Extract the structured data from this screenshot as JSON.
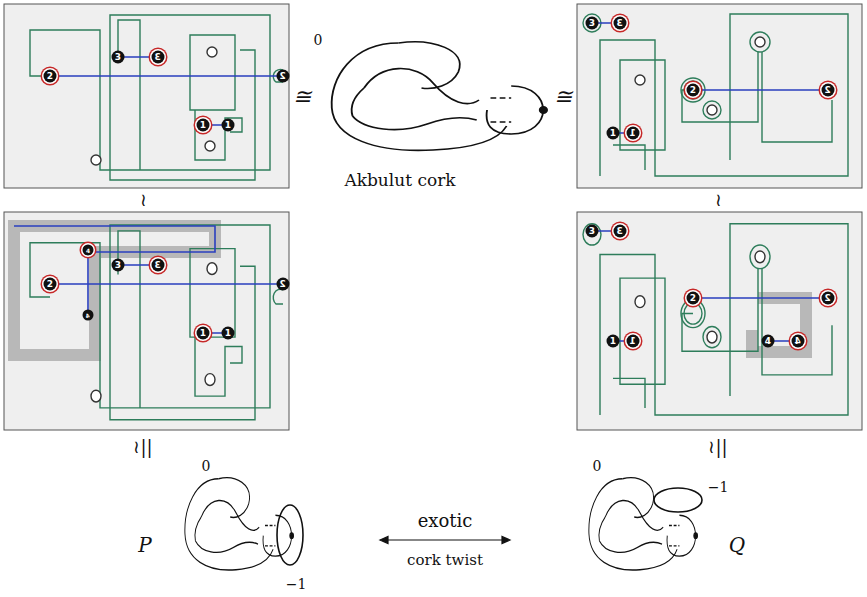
{
  "diagram": {
    "labels": [
      "0",
      "Akbulut cork",
      "≅",
      "≅",
      "2",
      "3",
      "3",
      "1",
      "1",
      "2",
      "3",
      "3",
      "2",
      "2",
      "1",
      "1",
      "≀",
      "≀",
      "2",
      "4",
      "3",
      "3",
      "4",
      "1",
      "1",
      "2",
      "3",
      "3",
      "2",
      "2",
      "1",
      "1",
      "4",
      "4",
      "≀||",
      "≀||",
      "0",
      "−1",
      "P",
      "exotic",
      "cork twist",
      "0",
      "−1",
      "Q"
    ]
  }
}
